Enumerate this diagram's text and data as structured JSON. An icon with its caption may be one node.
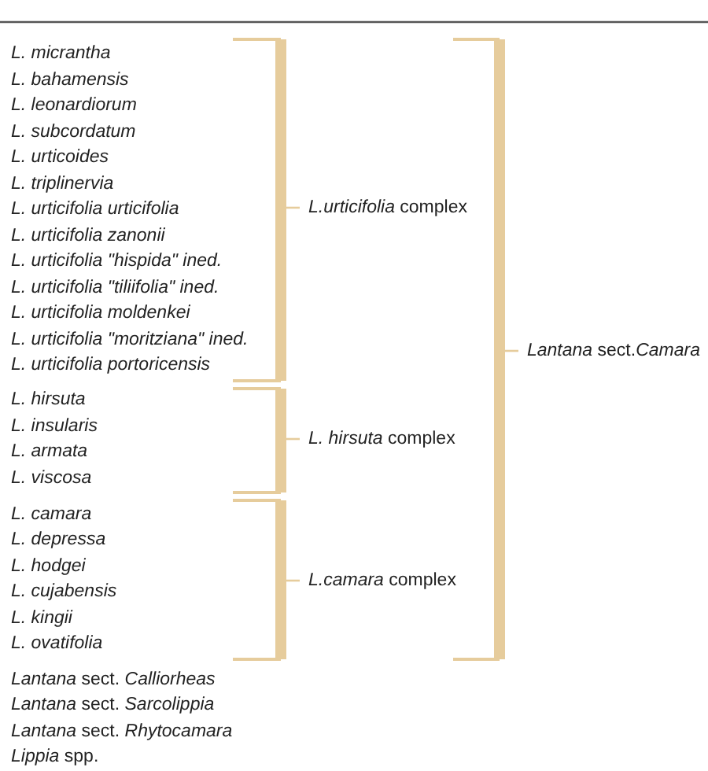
{
  "diagram": {
    "labels": [
      "L. micrantha",
      "L. bahamensis",
      "L. leonardiorum",
      "L. subcordatum",
      "L. urticoides",
      "L. triplinervia",
      "L. urticifolia urticifolia",
      "L. urticifolia zanonii",
      "*L. urticifolia* \"*hispida*\" ined.",
      "*L. urticifolia* \"*tiliifolia*\" ined.",
      "L. urticifolia moldenkei",
      "*L. urticifolia* \"*moritziana*\" ined.",
      "L. urticifolia portoricensis",
      "L. hirsuta",
      "L. insularis",
      "L. armata",
      "L. viscosa",
      "L. camara",
      "L. depressa",
      "L. hodgei",
      "L. cujabensis",
      "L. kingii",
      "L. ovatifolia",
      "*Lantana* sect. *Calliorheas*",
      "*Lantana* sect. *Sarcolippia*",
      "*Lantana* sect. *Rhytocamara*",
      "*Lippia* spp.",
      "*L.urticifolia* complex",
      "*L. hirsuta* complex",
      "*L.camara* complex",
      "*Lantana* sect.*Camara*"
    ]
  }
}
